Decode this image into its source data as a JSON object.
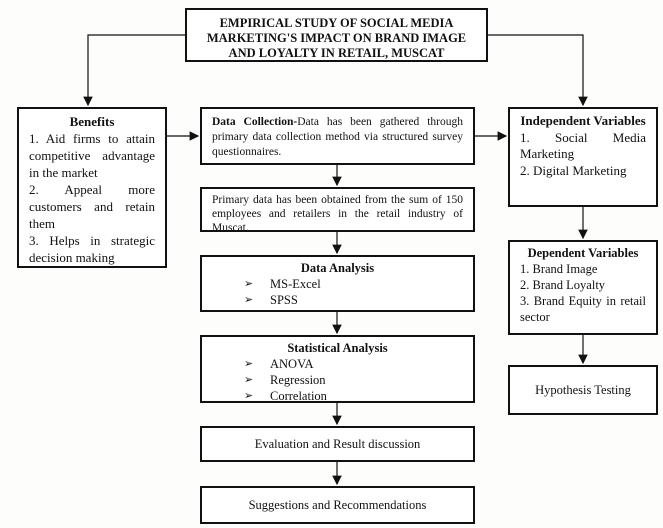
{
  "title": "EMPIRICAL STUDY OF SOCIAL MEDIA MARKETING'S IMPACT ON BRAND IMAGE AND LOYALTY IN RETAIL, MUSCAT",
  "benefits": {
    "heading": "Benefits",
    "items": [
      "1. Aid firms to attain competitive advantage in the market",
      "2. Appeal more customers and retain them",
      "3. Helps in strategic decision making"
    ]
  },
  "data_collection": {
    "heading": "Data Collection-",
    "text": "Data has been gathered through primary data collection method via structured survey questionnaires."
  },
  "primary_data": "Primary data has been obtained from the sum of 150 employees and retailers in the retail industry of Muscat.",
  "data_analysis": {
    "heading": "Data Analysis",
    "items": [
      "MS-Excel",
      "SPSS"
    ]
  },
  "statistical_analysis": {
    "heading": "Statistical Analysis",
    "items": [
      "ANOVA",
      "Regression",
      "Correlation"
    ]
  },
  "evaluation": "Evaluation and Result discussion",
  "suggestions": "Suggestions and Recommendations",
  "independent_variables": {
    "heading": "Independent Variables",
    "items": [
      "1. Social Media Marketing",
      "2. Digital Marketing"
    ]
  },
  "dependent_variables": {
    "heading": "Dependent Variables",
    "items": [
      "1. Brand Image",
      "2. Brand Loyalty",
      "3. Brand Equity in retail sector"
    ]
  },
  "hypothesis": "Hypothesis Testing"
}
